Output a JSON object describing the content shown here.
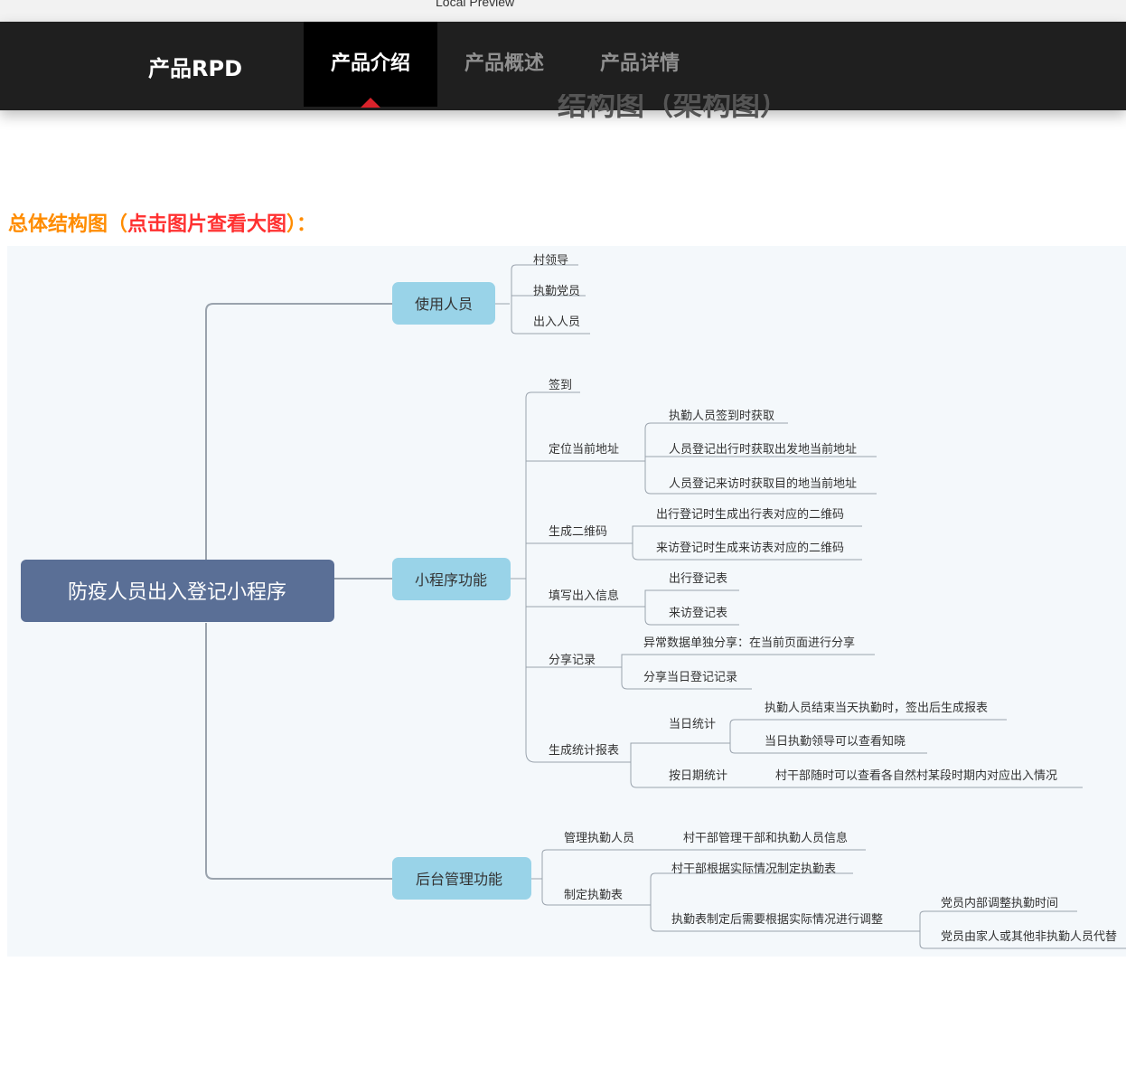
{
  "window": {
    "title": "Local Preview"
  },
  "nav": {
    "brand": "产品RPD",
    "tabs": [
      {
        "label": "产品介绍",
        "active": true
      },
      {
        "label": "产品概述",
        "active": false
      },
      {
        "label": "产品详情",
        "active": false
      }
    ]
  },
  "partial_heading": "结构图（架构图）",
  "section": {
    "heading_prefix": "总体结构图（",
    "heading_emphasis": "点击图片查看大图",
    "heading_suffix": "）："
  },
  "mindmap": {
    "root": "防疫人员出入登记小程序",
    "branches": [
      {
        "label": "使用人员",
        "children": [
          "村领导",
          "执勤党员",
          "出入人员"
        ]
      },
      {
        "label": "小程序功能",
        "children": [
          {
            "label": "签到",
            "children": []
          },
          {
            "label": "定位当前地址",
            "children": [
              "执勤人员签到时获取",
              "人员登记出行时获取出发地当前地址",
              "人员登记来访时获取目的地当前地址"
            ]
          },
          {
            "label": "生成二维码",
            "children": [
              "出行登记时生成出行表对应的二维码",
              "来访登记时生成来访表对应的二维码"
            ]
          },
          {
            "label": "填写出入信息",
            "children": [
              "出行登记表",
              "来访登记表"
            ]
          },
          {
            "label": "分享记录",
            "children": [
              "异常数据单独分享：在当前页面进行分享",
              "分享当日登记记录"
            ]
          },
          {
            "label": "生成统计报表",
            "children": [
              {
                "label": "当日统计",
                "children": [
                  "执勤人员结束当天执勤时，签出后生成报表",
                  "当日执勤领导可以查看知晓"
                ]
              },
              {
                "label": "按日期统计",
                "children": [
                  "村干部随时可以查看各自然村某段时期内对应出入情况"
                ]
              }
            ]
          }
        ]
      },
      {
        "label": "后台管理功能",
        "children": [
          {
            "label": "管理执勤人员",
            "children": [
              "村干部管理干部和执勤人员信息"
            ]
          },
          {
            "label": "制定执勤表",
            "children": [
              {
                "label": "村干部根据实际情况制定执勤表",
                "children": []
              },
              {
                "label": "执勤表制定后需要根据实际情况进行调整",
                "children": [
                  "党员内部调整执勤时间",
                  "党员由家人或其他非执勤人员代替"
                ]
              }
            ]
          }
        ]
      }
    ]
  },
  "colors": {
    "nav_bg": "#1f1f1f",
    "nav_active_bg": "#000000",
    "nav_marker": "#d9232b",
    "heading_orange": "#ff8c00",
    "heading_red": "#ff3030",
    "root_node": "#5a6f96",
    "branch_node": "#99d3e8",
    "connector": "#9aa3ad"
  }
}
